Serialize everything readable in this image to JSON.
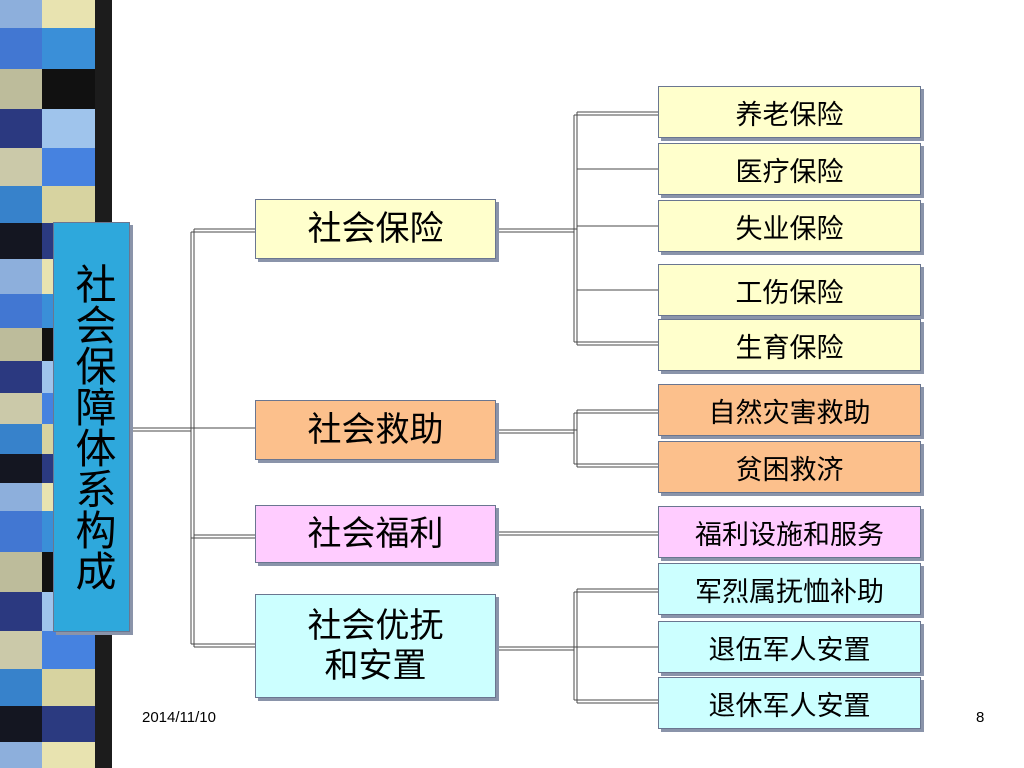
{
  "root": {
    "label": "社会保障体系构成"
  },
  "categories": [
    {
      "label": "社会保险",
      "items": [
        "养老保险",
        "医疗保险",
        "失业保险",
        "工伤保险",
        "生育保险"
      ]
    },
    {
      "label": "社会救助",
      "items": [
        "自然灾害救助",
        "贫困救济"
      ]
    },
    {
      "label": "社会福利",
      "items": [
        "福利设施和服务"
      ]
    },
    {
      "label": "社会优抚\n和安置",
      "label_line1": "社会优抚",
      "label_line2": "和安置",
      "items": [
        "军烈属抚恤补助",
        "退伍军人安置",
        "退休军人安置"
      ]
    }
  ],
  "colors": {
    "insurance": "#ffffcc",
    "assistance": "#fcc08c",
    "welfare": "#ffccff",
    "special_care": "#ccffff",
    "root": "#2ea8dc"
  },
  "footer": {
    "date": "2014/11/10",
    "page": "8"
  }
}
